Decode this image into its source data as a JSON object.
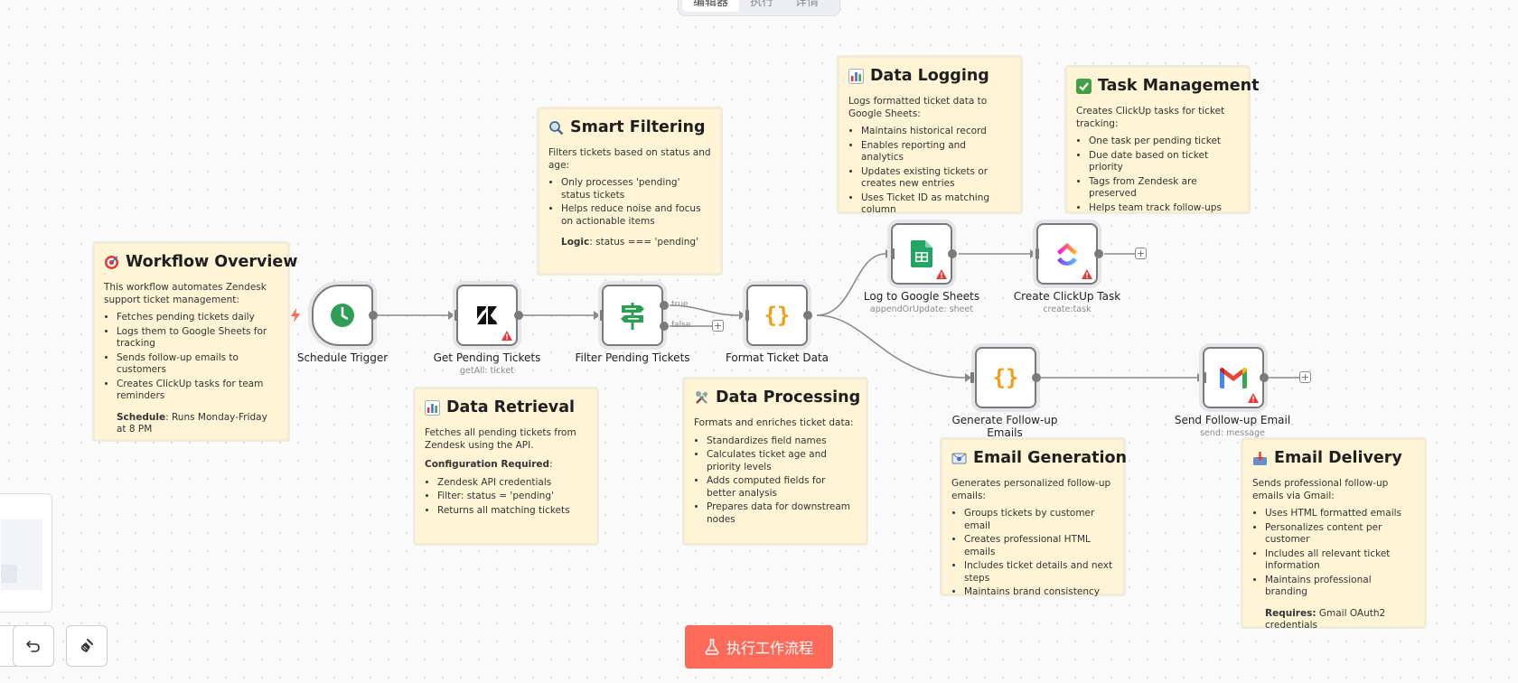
{
  "tabs": [
    "编辑器",
    "执行",
    "详情"
  ],
  "colors": {
    "accent": "#ff6b5a",
    "note_bg": "#fff5d6",
    "node_border": "#7a7a7a"
  },
  "notes": {
    "overview": {
      "icon": "target-icon",
      "title": "Workflow Overview",
      "desc": "This workflow automates Zendesk support ticket management:",
      "items": [
        "Fetches pending tickets daily",
        "Logs them to Google Sheets for tracking",
        "Sends follow-up emails to customers",
        "Creates ClickUp tasks for team reminders"
      ],
      "footer_label": "Schedule",
      "footer_text": ": Runs Monday-Friday at 8 PM"
    },
    "filtering": {
      "icon": "magnifier-icon",
      "title": "Smart Filtering",
      "desc": "Filters tickets based on status and age:",
      "items": [
        "Only processes 'pending' status tickets",
        "Helps reduce noise and focus on actionable items"
      ],
      "footer_label": "Logic",
      "footer_text": ": status === 'pending'"
    },
    "retrieval": {
      "icon": "bar-chart-icon",
      "title": "Data Retrieval",
      "desc": "Fetches all pending tickets from Zendesk using the API.",
      "config_label": "Configuration Required",
      "config_colon": ":",
      "items": [
        "Zendesk API credentials",
        "Filter: status = 'pending'",
        "Returns all matching tickets"
      ]
    },
    "processing": {
      "icon": "tools-icon",
      "title": "Data Processing",
      "desc": "Formats and enriches ticket data:",
      "items": [
        "Standardizes field names",
        "Calculates ticket age and priority levels",
        "Adds computed fields for better analysis",
        "Prepares data for downstream nodes"
      ]
    },
    "logging": {
      "icon": "bar-chart-icon",
      "title": "Data Logging",
      "desc": "Logs formatted ticket data to Google Sheets:",
      "items": [
        "Maintains historical record",
        "Enables reporting and analytics",
        "Updates existing tickets or creates new entries",
        "Uses Ticket ID as matching column"
      ]
    },
    "task": {
      "icon": "checkmark-icon",
      "title": "Task Management",
      "desc": "Creates ClickUp tasks for ticket tracking:",
      "items": [
        "One task per pending ticket",
        "Due date based on ticket priority",
        "Tags from Zendesk are preserved",
        "Helps team track follow-ups"
      ]
    },
    "email_gen": {
      "icon": "email-icon",
      "title": "Email Generation",
      "desc": "Generates personalized follow-up emails:",
      "items": [
        "Groups tickets by customer email",
        "Creates professional HTML emails",
        "Includes ticket details and next steps",
        "Maintains brand consistency"
      ]
    },
    "email_del": {
      "icon": "inbox-icon",
      "title": "Email Delivery",
      "desc": "Sends professional follow-up emails via Gmail:",
      "items": [
        "Uses HTML formatted emails",
        "Personalizes content per customer",
        "Includes all relevant ticket information",
        "Maintains professional branding"
      ],
      "footer_label": "Requires:",
      "footer_text": " Gmail OAuth2 credentials"
    }
  },
  "nodes": {
    "schedule": {
      "label": "Schedule Trigger",
      "icon": "clock-icon"
    },
    "zendesk": {
      "label": "Get Pending Tickets",
      "sub": "getAll: ticket",
      "icon": "zendesk-icon"
    },
    "filter": {
      "label": "Filter Pending Tickets",
      "icon": "signpost-icon",
      "true_label": "true",
      "false_label": "false"
    },
    "format": {
      "label": "Format Ticket Data",
      "icon": "code-braces-icon"
    },
    "sheets": {
      "label": "Log to Google Sheets",
      "sub": "appendOrUpdate: sheet",
      "icon": "google-sheets-icon"
    },
    "clickup": {
      "label": "Create ClickUp Task",
      "sub": "create:task",
      "icon": "clickup-icon"
    },
    "gen_email": {
      "label_line1": "Generate Follow-up",
      "label_line2": "Emails",
      "icon": "code-braces-icon"
    },
    "gmail": {
      "label": "Send Follow-up Email",
      "sub": "send: message",
      "icon": "gmail-icon"
    }
  },
  "run_button": {
    "label": "执行工作流程",
    "icon": "flask-icon"
  }
}
